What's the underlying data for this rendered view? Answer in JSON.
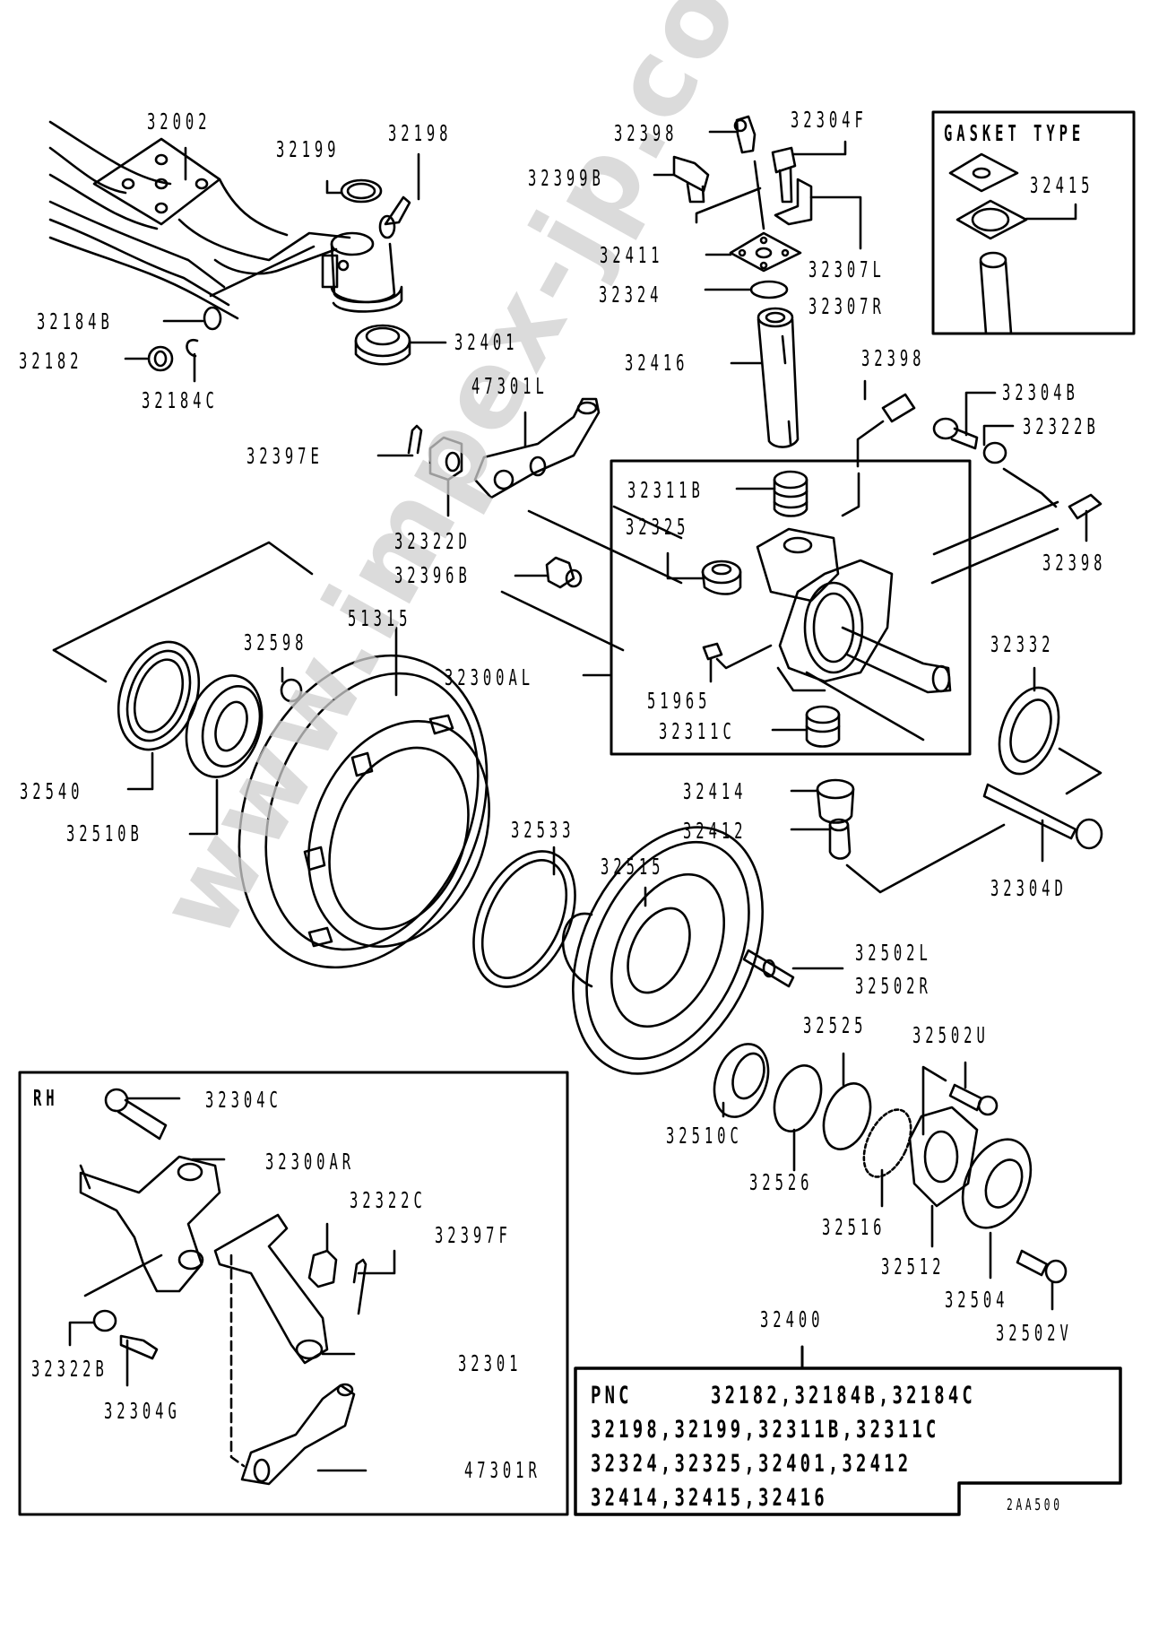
{
  "diagram": {
    "watermark": "www.impex-jp.com",
    "figure_code": "2AA500",
    "inset_gasket": {
      "title": "GASKET TYPE",
      "label": "32415"
    },
    "inset_rh": {
      "title": "RH"
    },
    "inset_knuckle": {
      "label": "32300AL"
    },
    "pnc_box": {
      "parent_label": "32400",
      "heading": "PNC",
      "rows": [
        "32182,32184B,32184C",
        "32198,32199,32311B,32311C",
        "32324,32325,32401,32412",
        "32414,32415,32416"
      ]
    },
    "parts": {
      "p32002": "32002",
      "p32199": "32199",
      "p32198": "32198",
      "p32398_top": "32398",
      "p32304F": "32304F",
      "p32399B": "32399B",
      "p32411": "32411",
      "p32324": "32324",
      "p32307L": "32307L",
      "p32307R": "32307R",
      "p32184B": "32184B",
      "p32182": "32182",
      "p32184C": "32184C",
      "p32401": "32401",
      "p32416": "32416",
      "p47301L": "47301L",
      "p32398_mid": "32398",
      "p32304B": "32304B",
      "p32322B_top": "32322B",
      "p32397E": "32397E",
      "p32311B": "32311B",
      "p32322D": "32322D",
      "p32325": "32325",
      "p32398_right": "32398",
      "p32396B": "32396B",
      "p51315": "51315",
      "p32598": "32598",
      "p51965": "51965",
      "p32332": "32332",
      "p32311C": "32311C",
      "p32540": "32540",
      "p32414": "32414",
      "p32510B": "32510B",
      "p32412": "32412",
      "p32533": "32533",
      "p32515": "32515",
      "p32304D": "32304D",
      "p32502L": "32502L",
      "p32502R": "32502R",
      "p32525": "32525",
      "p32502U": "32502U",
      "p32304C": "32304C",
      "p32510C": "32510C",
      "p32300AR": "32300AR",
      "p32322C": "32322C",
      "p32526": "32526",
      "p32397F": "32397F",
      "p32516": "32516",
      "p32512": "32512",
      "p32504": "32504",
      "p32502V": "32502V",
      "p32322B_rh": "32322B",
      "p32301": "32301",
      "p32304G": "32304G",
      "p47301R": "47301R"
    }
  }
}
